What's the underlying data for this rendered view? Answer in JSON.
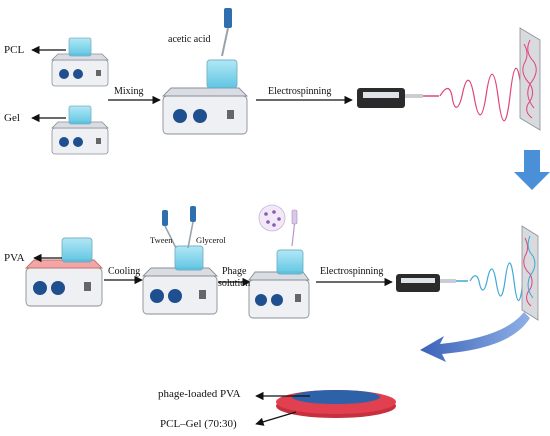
{
  "labels": {
    "pcl": "PCL",
    "gel": "Gel",
    "acetic_acid": "acetic acid",
    "mixing": "Mixing",
    "electrospinning_top": "Electrospinning",
    "pva": "PVA",
    "cooling": "Cooling",
    "tween": "Tween",
    "glycerol": "Glycerol",
    "phage_solution_line1": "Phage",
    "phage_solution_line2": "solution",
    "electrospinning_bottom": "Electrospinning",
    "phage_loaded_pva": "phage-loaded PVA",
    "pcl_gel": "PCL–Gel (70:30)"
  },
  "colors": {
    "beaker_water": "#7fd3ea",
    "stirrer_top": "#d9dde3",
    "stirrer_body": "#eef0f3",
    "knob_blue": "#1f4f8f",
    "heated_plate": "#f4a6a6",
    "fiber_pink": "#e0457a",
    "fiber_blue": "#3fa9d6",
    "arrow_blue": "#4a90d9",
    "pipette_blue": "#2f6fb0",
    "disc_red": "#e0404f",
    "disc_blue": "#2e62a8"
  }
}
